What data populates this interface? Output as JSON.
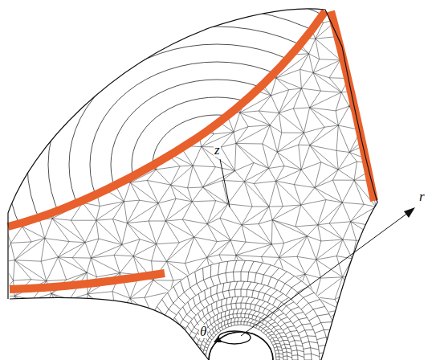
{
  "diagram": {
    "labels": [
      "z",
      "θ",
      "r"
    ]
  }
}
